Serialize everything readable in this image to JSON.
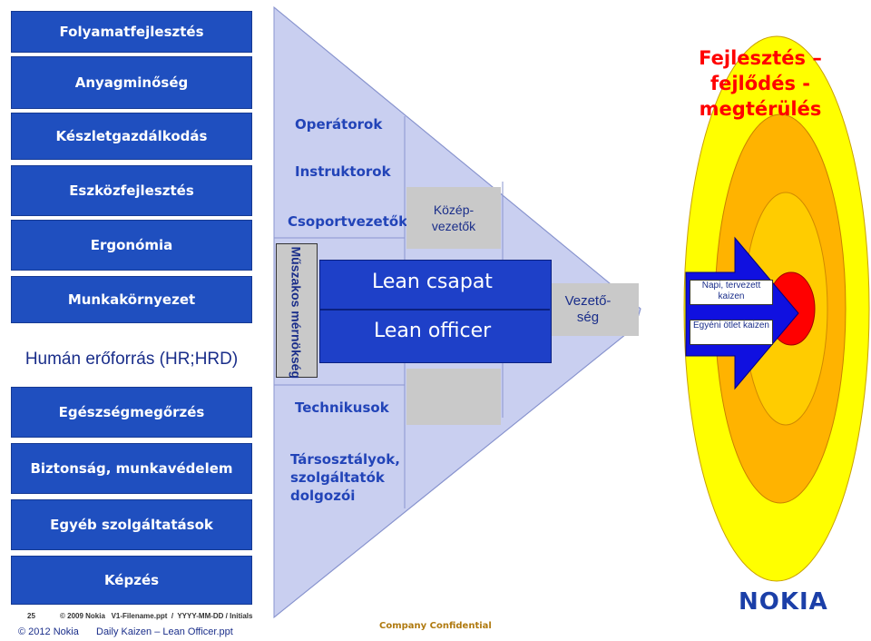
{
  "left_boxes": [
    "Folyamatfejlesztés",
    "Anyagminőség",
    "Készletgazdálkodás",
    "Eszközfejlesztés",
    "Ergonómia",
    "Munkakörnyezet",
    "Egészségmegőrzés",
    "Biztonság, munkavédelem",
    "Egyéb szolgáltatások",
    "Képzés"
  ],
  "hr_label": "Humán erőforrás (HR;HRD)",
  "funnel": {
    "roles_top": [
      "Operátorok",
      "Instruktorok",
      "Csoportvezetők"
    ],
    "middle_managers": "Közép-\nvezetők",
    "engineering": "Műszakos mérnökség",
    "lean_team": "Lean csapat",
    "lean_officer": "Lean officer",
    "leadership": "Vezető-\nség",
    "roles_bottom": [
      "Technikusok",
      "Társosztályok, szolgáltatók dolgozói"
    ]
  },
  "target": {
    "title": "Fejlesztés – fejlődés - megtérülés",
    "label_planned": "Napi, tervezett kaizen",
    "label_individual": "Egyéni ötlet kaizen"
  },
  "footer": {
    "page_number": "25",
    "meta_line": "© 2009 Nokia   V1-Filename.ppt  /  YYYY-MM-DD / Initials",
    "copyright": "© 2012  Nokia",
    "filename": "Daily Kaizen – Lean Officer.ppt",
    "confidential": "Company Confidential",
    "logo_text": "NOKIA"
  },
  "colors": {
    "box_blue": "#1f4fbf",
    "funnel_fill": "#c9cff0",
    "lean_box": "#1e40c8",
    "ring_yellow": "#ffff00",
    "ring_orange": "#ffb300",
    "ring_red": "#ff0000",
    "title_red": "#ff0000"
  }
}
